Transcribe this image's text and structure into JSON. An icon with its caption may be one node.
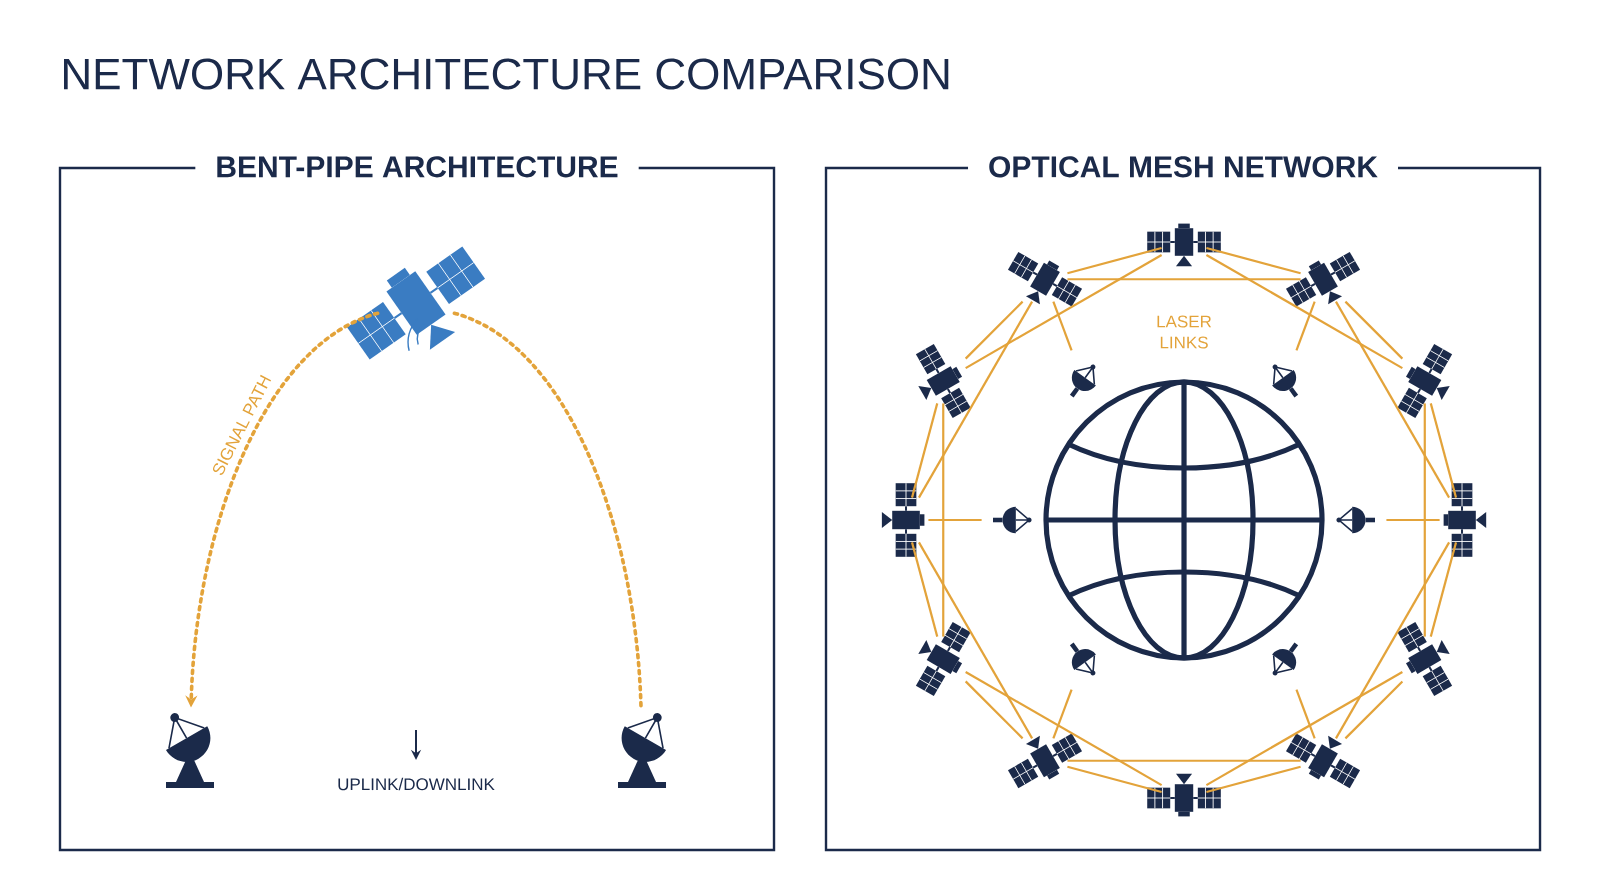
{
  "diagram": {
    "title": "NETWORK ARCHITECTURE COMPARISON",
    "nodes": [
      {
        "text": [
          "BENT-PIPE ARCHITECTURE"
        ]
      },
      {
        "text": [],
        "shape": "satellite",
        "in": 0
      },
      {
        "text": [],
        "shape": "dish",
        "in": 0
      },
      {
        "text": [],
        "shape": "dish",
        "in": 0
      },
      {
        "text": [
          "OPTICAL MESH NETWORK"
        ]
      },
      {
        "text": [],
        "shape": "globe",
        "in": 4
      },
      {
        "text": [],
        "shape": "satellite",
        "in": 4
      },
      {
        "text": [],
        "shape": "satellite",
        "in": 4
      },
      {
        "text": [],
        "shape": "satellite",
        "in": 4
      },
      {
        "text": [],
        "shape": "satellite",
        "in": 4
      },
      {
        "text": [],
        "shape": "satellite",
        "in": 4
      },
      {
        "text": [],
        "shape": "satellite",
        "in": 4
      },
      {
        "text": [],
        "shape": "satellite",
        "in": 4
      },
      {
        "text": [],
        "shape": "satellite",
        "in": 4
      },
      {
        "text": [],
        "shape": "satellite",
        "in": 4
      },
      {
        "text": [],
        "shape": "satellite",
        "in": 4
      },
      {
        "text": [],
        "shape": "satellite",
        "in": 4
      },
      {
        "text": [],
        "shape": "satellite",
        "in": 4
      },
      {
        "text": [],
        "shape": "dish",
        "in": 4
      },
      {
        "text": [],
        "shape": "dish",
        "in": 4
      },
      {
        "text": [],
        "shape": "dish",
        "in": 4
      },
      {
        "text": [],
        "shape": "dish",
        "in": 4
      },
      {
        "text": [],
        "shape": "dish",
        "in": 4
      },
      {
        "text": [],
        "shape": "dish",
        "in": 4
      }
    ],
    "edges": [
      {
        "from": 1,
        "to": 2,
        "arrow": "to",
        "style": "dashed",
        "label": "SIGNAL PATH"
      },
      {
        "from": 1,
        "to": 3,
        "arrow": "none",
        "style": "dashed"
      },
      {
        "from": 12,
        "to": 10,
        "arrow": "none"
      },
      {
        "from": 10,
        "to": 8,
        "arrow": "none"
      },
      {
        "from": 8,
        "to": 6,
        "arrow": "none"
      },
      {
        "from": 6,
        "to": 7,
        "arrow": "none"
      },
      {
        "from": 7,
        "to": 9,
        "arrow": "none"
      },
      {
        "from": 9,
        "to": 11,
        "arrow": "none"
      },
      {
        "from": 11,
        "to": 13,
        "arrow": "none"
      },
      {
        "from": 13,
        "to": 15,
        "arrow": "none"
      },
      {
        "from": 15,
        "to": 17,
        "arrow": "none"
      },
      {
        "from": 17,
        "to": 16,
        "arrow": "none"
      },
      {
        "from": 16,
        "to": 14,
        "arrow": "none"
      },
      {
        "from": 14,
        "to": 12,
        "arrow": "none"
      },
      {
        "from": 12,
        "to": 8,
        "arrow": "none"
      },
      {
        "from": 10,
        "to": 6,
        "arrow": "none"
      },
      {
        "from": 8,
        "to": 7,
        "arrow": "none"
      },
      {
        "from": 6,
        "to": 9,
        "arrow": "none"
      },
      {
        "from": 7,
        "to": 11,
        "arrow": "none"
      },
      {
        "from": 9,
        "to": 13,
        "arrow": "none"
      },
      {
        "from": 11,
        "to": 15,
        "arrow": "none"
      },
      {
        "from": 13,
        "to": 17,
        "arrow": "none"
      },
      {
        "from": 15,
        "to": 16,
        "arrow": "none"
      },
      {
        "from": 17,
        "to": 14,
        "arrow": "none"
      },
      {
        "from": 16,
        "to": 12,
        "arrow": "none"
      },
      {
        "from": 14,
        "to": 10,
        "arrow": "none"
      },
      {
        "from": 7,
        "to": 18,
        "arrow": "none"
      },
      {
        "from": 8,
        "to": 19,
        "arrow": "none"
      },
      {
        "from": 11,
        "to": 20,
        "arrow": "none"
      },
      {
        "from": 12,
        "to": 21,
        "arrow": "none"
      },
      {
        "from": 15,
        "to": 22,
        "arrow": "none"
      },
      {
        "from": 16,
        "to": 23,
        "arrow": "none"
      }
    ],
    "labels": [
      "UPLINK/DOWNLINK",
      "LASER LINKS"
    ]
  }
}
